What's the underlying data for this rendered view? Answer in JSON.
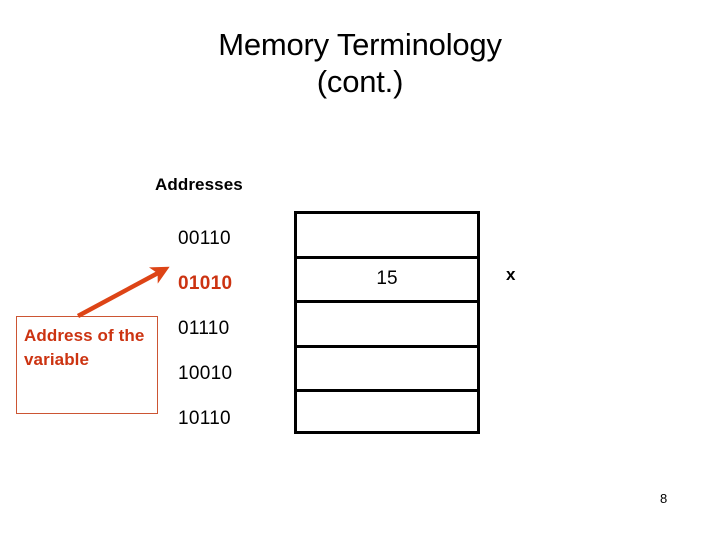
{
  "slide": {
    "title_line1": "Memory Terminology",
    "title_line2": "(cont.)",
    "page_number": "8",
    "accent_color": "#CC3311",
    "callout_border_color": "#CC5533",
    "text_color": "#000000",
    "background_color": "#FFFFFF"
  },
  "addresses": {
    "header": "Addresses",
    "items": [
      {
        "label": "00110",
        "highlighted": false
      },
      {
        "label": "01010",
        "highlighted": true
      },
      {
        "label": "01110",
        "highlighted": false
      },
      {
        "label": "10010",
        "highlighted": false
      },
      {
        "label": "10110",
        "highlighted": false
      }
    ]
  },
  "memory_table": {
    "rows": [
      {
        "value": ""
      },
      {
        "value": "15"
      },
      {
        "value": ""
      },
      {
        "value": ""
      },
      {
        "value": ""
      }
    ]
  },
  "variable_label": "x",
  "callout": {
    "text": "Address of the variable",
    "arrow_target": "01010"
  }
}
